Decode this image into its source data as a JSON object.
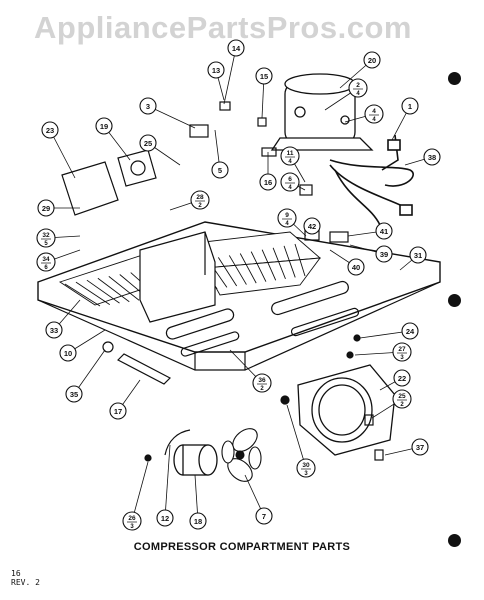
{
  "watermark": "AppliancePartsPros.com",
  "caption": "COMPRESSOR COMPARTMENT PARTS",
  "page_number": "16",
  "revision": "REV. 2",
  "callouts": {
    "c1": "1",
    "c2": "2",
    "c2d": "4",
    "c3": "3",
    "c4": "4",
    "c4d": "4",
    "c5": "5",
    "c6": "6",
    "c6d": "4",
    "c7": "7",
    "c9": "9",
    "c9d": "4",
    "c10": "10",
    "c11": "11",
    "c11d": "4",
    "c12": "12",
    "c13": "13",
    "c14": "14",
    "c15": "15",
    "c16": "16",
    "c17": "17",
    "c18": "18",
    "c19": "19",
    "c20": "20",
    "c22": "22",
    "c23": "23",
    "c24": "24",
    "c25a": "25",
    "c25b": "25",
    "c25bd": "2",
    "c26": "26",
    "c26d": "3",
    "c27": "27",
    "c27d": "3",
    "c28": "28",
    "c28d": "2",
    "c29": "29",
    "c30": "30",
    "c30d": "3",
    "c31": "31",
    "c32": "32",
    "c32d": "5",
    "c33": "33",
    "c34": "34",
    "c34d": "6",
    "c35": "35",
    "c36": "36",
    "c36d": "2",
    "c37": "37",
    "c38": "38",
    "c39": "39",
    "c40": "40",
    "c41": "41",
    "c42": "42"
  }
}
